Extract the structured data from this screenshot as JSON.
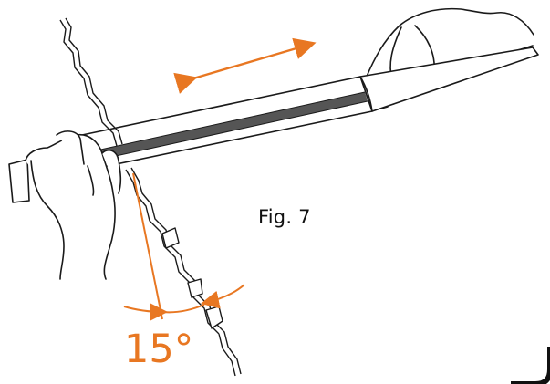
{
  "figure": {
    "label": "Fig. 7",
    "angle_label": "15°"
  },
  "colors": {
    "accent": "#e87722",
    "line": "#1a1a1a",
    "bar": "#555555",
    "frame": "#111111"
  },
  "icons": {
    "motion_arrow": "double-headed-arrow",
    "angle_arrows": "curved-arrows"
  }
}
